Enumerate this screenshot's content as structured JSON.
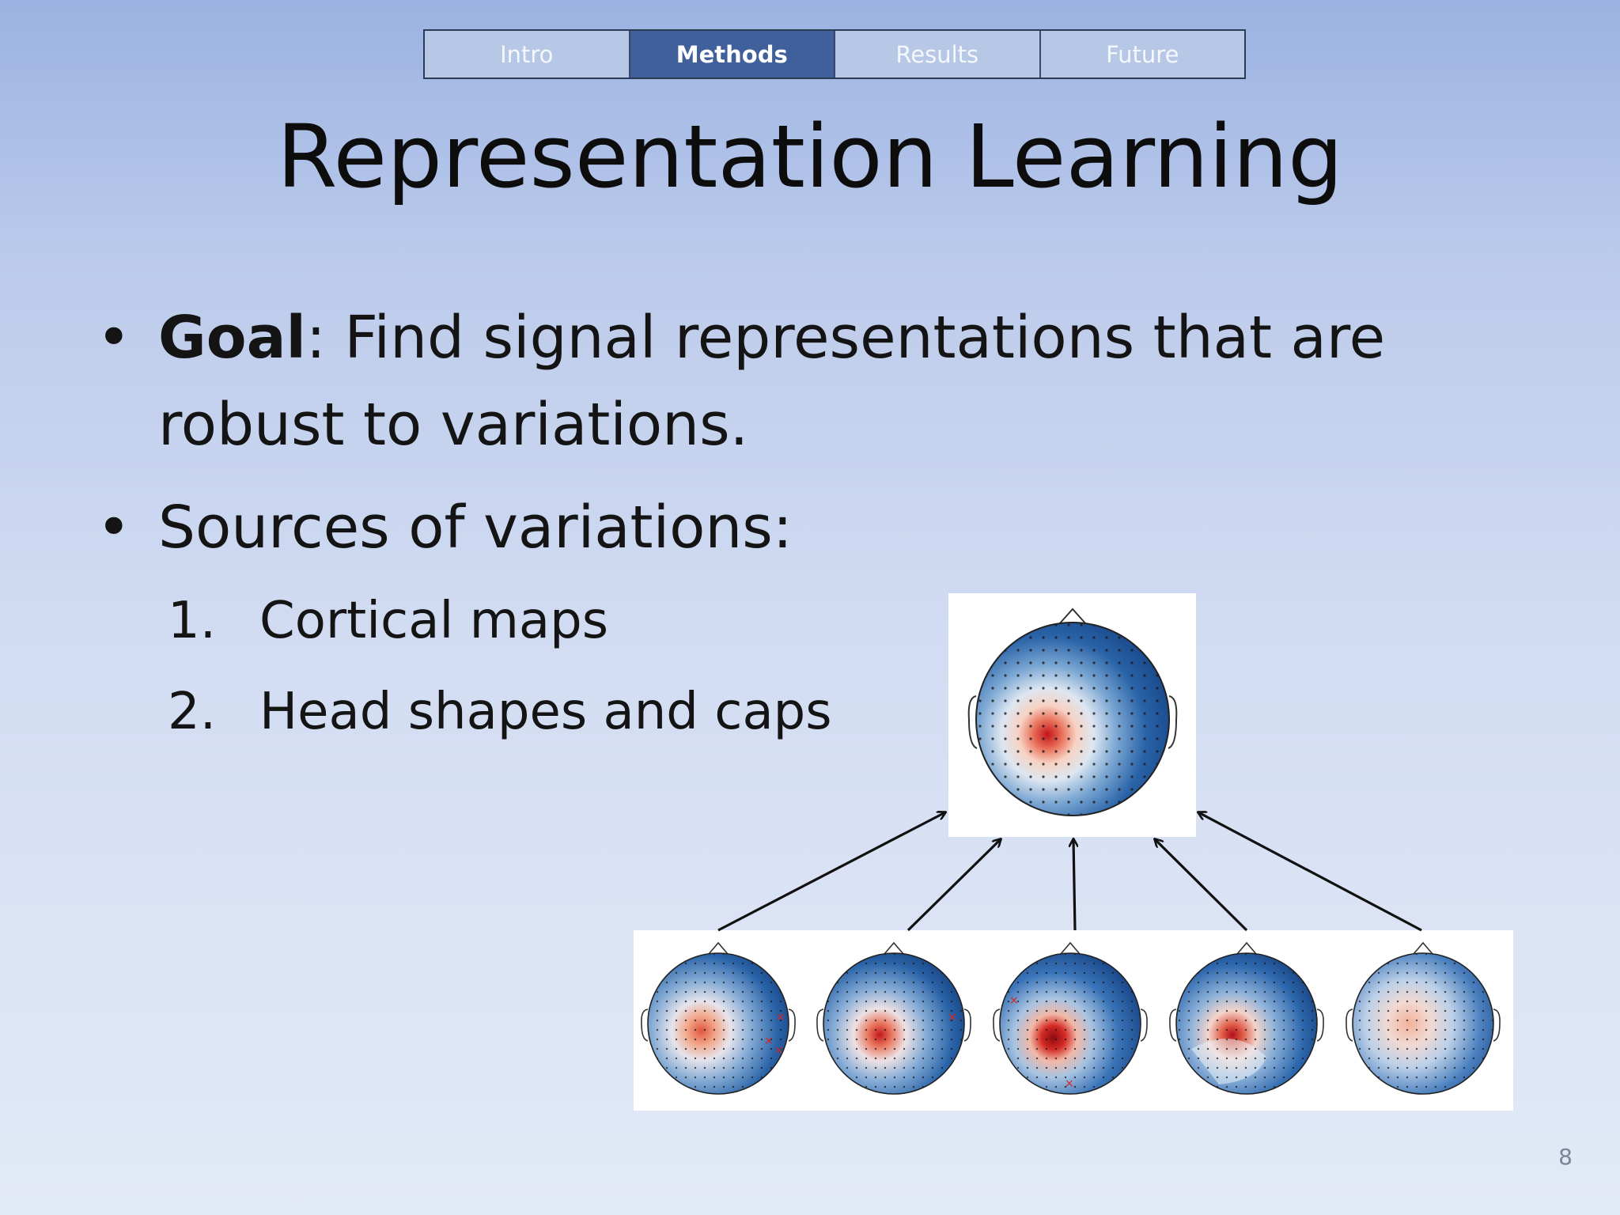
{
  "nav": {
    "tabs": [
      {
        "label": "Intro",
        "active": false
      },
      {
        "label": "Methods",
        "active": true
      },
      {
        "label": "Results",
        "active": false
      },
      {
        "label": "Future",
        "active": false
      }
    ]
  },
  "title": "Representation Learning",
  "bullets": {
    "goal_label": "Goal",
    "goal_text": ": Find signal representations that are robust to variations.",
    "sources": "Sources of variations:",
    "items": [
      {
        "num": "1.",
        "label": "Cortical maps"
      },
      {
        "num": "2.",
        "label": "Head shapes and caps"
      }
    ]
  },
  "page_number": "8",
  "colors": {
    "nav_active": "#3f609a",
    "nav_inactive": "#b7c8e6",
    "map_blue": "#1f4f93",
    "map_red": "#c0141b"
  }
}
